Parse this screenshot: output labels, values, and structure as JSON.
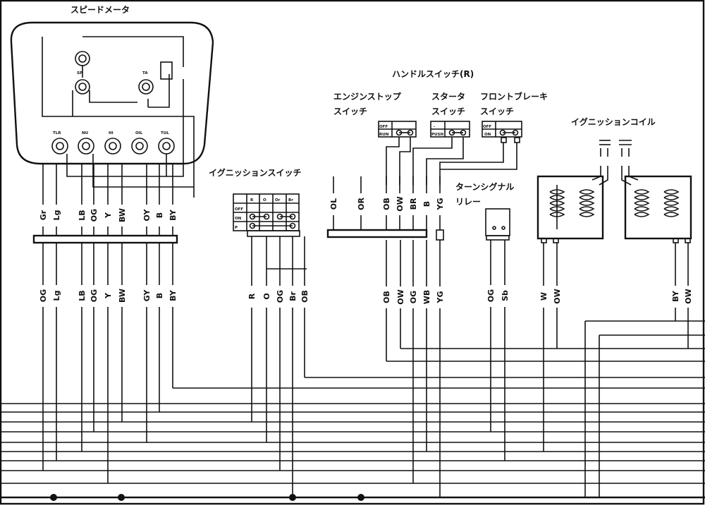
{
  "labels": {
    "speedometer": "スピードメータ",
    "ignition_switch": "イグニッションスイッチ",
    "handle_switch_r": "ハンドルスイッチ(R)",
    "engine_stop_1": "エンジンストップ",
    "engine_stop_2": "スイッチ",
    "starter_1": "スタータ",
    "starter_2": "スイッチ",
    "front_brake_1": "フロントブレーキ",
    "front_brake_2": "スイッチ",
    "turn_signal_1": "ターンシグナル",
    "turn_signal_2": "リレー",
    "ignition_coil": "イグニッションコイル"
  },
  "meter": {
    "sp": "SP",
    "ta": "TA",
    "lamps": [
      "TLR",
      "NU",
      "HI",
      "OIL",
      "TUL"
    ]
  },
  "meter_wires_top": [
    "Gr",
    "Lg",
    "LB",
    "OG",
    "Y",
    "BW",
    "OY",
    "B",
    "BY"
  ],
  "meter_wires_bottom": [
    "OG",
    "Lg",
    "LB",
    "OG",
    "Y",
    "BW",
    "GY",
    "B",
    "BY"
  ],
  "ign_switch": {
    "header": [
      "R",
      "O",
      "Or",
      "Br"
    ],
    "rows": [
      "OFF",
      "ON",
      "P"
    ]
  },
  "ign_wires": [
    "R",
    "O",
    "OG",
    "Br",
    "OB"
  ],
  "handle_wires_top": [
    "OL",
    "OR",
    "OB",
    "OW",
    "BR",
    "B",
    "YG"
  ],
  "handle_wires_bottom": [
    "OB",
    "OW",
    "OG",
    "WB",
    "YG"
  ],
  "engine_stop_rows": [
    "OFF",
    "RUN"
  ],
  "starter_rows": [
    "-",
    "PUSH"
  ],
  "brake_rows": [
    "OFF",
    "ON"
  ],
  "relay_wires": [
    "OG",
    "Sb"
  ],
  "coil_wires_left": [
    "W",
    "OW"
  ],
  "coil_wires_right": [
    "BY",
    "OW"
  ]
}
